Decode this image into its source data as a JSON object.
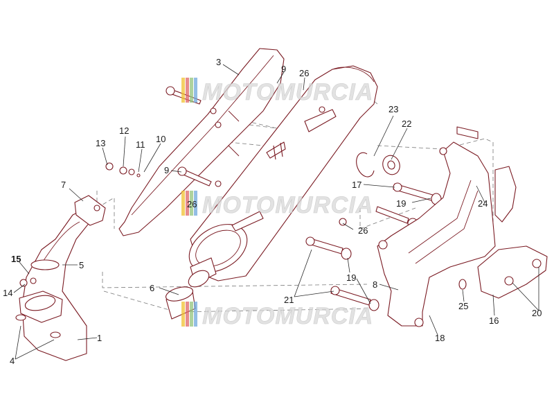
{
  "watermark": {
    "text": "MOTOMURCIA",
    "stripe_colors": [
      "#f1c232",
      "#e06666",
      "#93c47d",
      "#6fa8dc"
    ]
  },
  "colors": {
    "part_outline": "#7a1a22",
    "leader": "#2a2a2a",
    "label": "#1a1a1a"
  },
  "callouts": {
    "c1": "1",
    "c3": "3",
    "c4": "4",
    "c5": "5",
    "c6": "6",
    "c7": "7",
    "c8": "8",
    "c9a": "9",
    "c9b": "9",
    "c10": "10",
    "c11": "11",
    "c12": "12",
    "c13": "13",
    "c14": "14",
    "c15": "15",
    "c16": "16",
    "c17": "17",
    "c18": "18",
    "c19a": "19",
    "c19b": "19",
    "c20": "20",
    "c21": "21",
    "c22": "22",
    "c23": "23",
    "c24": "24",
    "c25": "25",
    "c26a": "26",
    "c26b": "26",
    "c26c": "26"
  }
}
